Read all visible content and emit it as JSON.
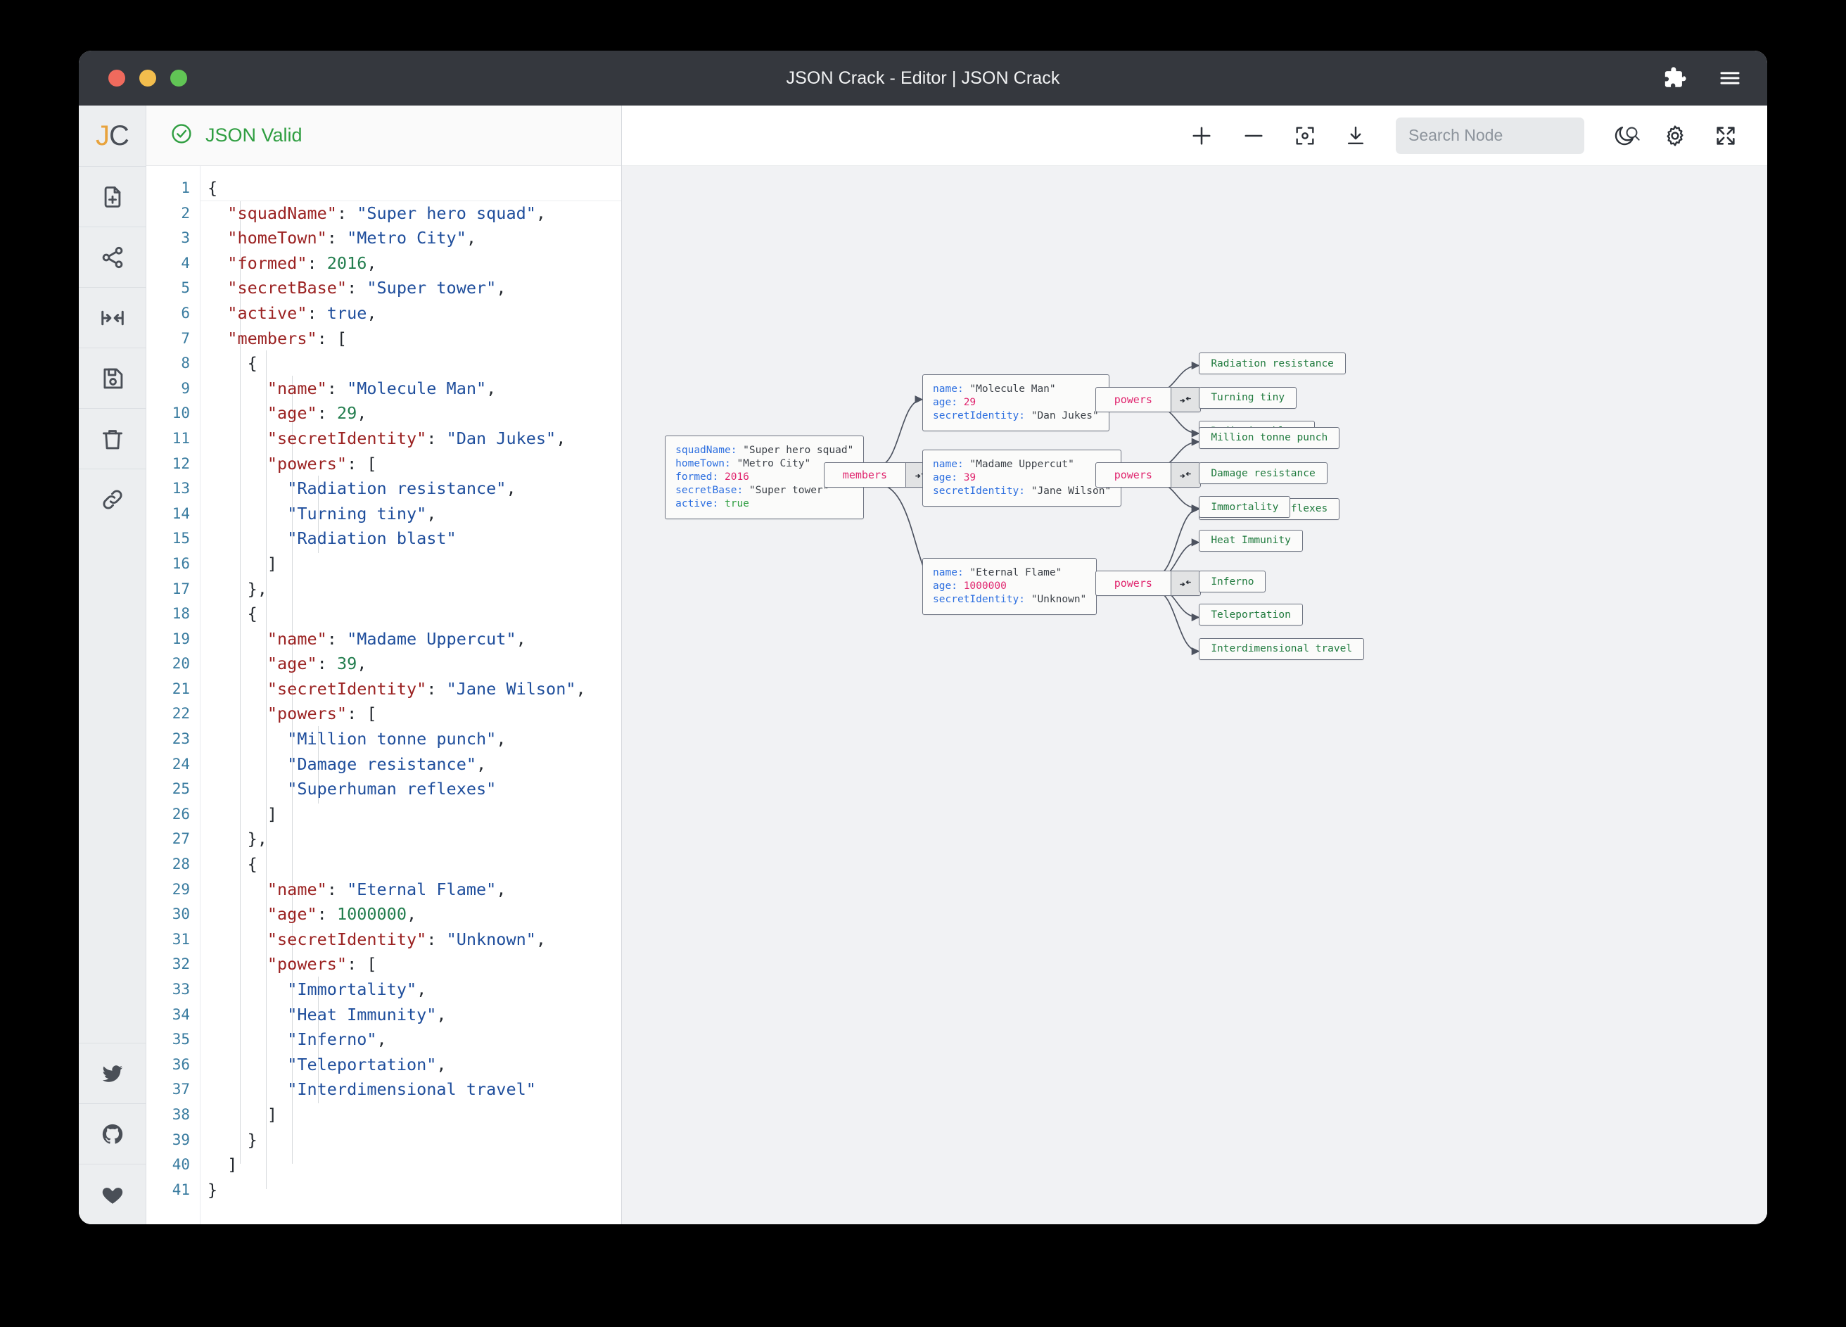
{
  "window": {
    "title": "JSON Crack - Editor | JSON Crack",
    "traffic_lights": [
      "close-red",
      "minimize-yellow",
      "maximize-green"
    ],
    "title_actions": [
      "puzzle-piece-icon",
      "hamburger-menu-icon"
    ]
  },
  "rail": {
    "logo": {
      "j": "J",
      "c": "C"
    },
    "items": [
      {
        "name": "new-document",
        "icon": "file-plus-icon"
      },
      {
        "name": "share-graph",
        "icon": "share-nodes-icon"
      },
      {
        "name": "collapse-expand",
        "icon": "collapse-horizontal-icon"
      },
      {
        "name": "save",
        "icon": "floppy-disk-icon"
      },
      {
        "name": "delete",
        "icon": "trash-icon"
      },
      {
        "name": "copy-link",
        "icon": "link-icon"
      }
    ],
    "social": [
      {
        "name": "twitter",
        "icon": "twitter-bird-icon"
      },
      {
        "name": "github",
        "icon": "github-icon"
      },
      {
        "name": "sponsor",
        "icon": "heart-icon"
      }
    ]
  },
  "editor": {
    "status_label": "JSON Valid",
    "status_icon": "check-circle-icon",
    "status_color": "#2f9e41",
    "total_lines": 41,
    "lines": [
      {
        "n": 1,
        "tokens": [
          [
            "punct",
            "{"
          ]
        ]
      },
      {
        "n": 2,
        "tokens": [
          [
            "punct",
            "  "
          ],
          [
            "key",
            "\"squadName\""
          ],
          [
            "punct",
            ": "
          ],
          [
            "str",
            "\"Super hero squad\""
          ],
          [
            "punct",
            ","
          ]
        ]
      },
      {
        "n": 3,
        "tokens": [
          [
            "punct",
            "  "
          ],
          [
            "key",
            "\"homeTown\""
          ],
          [
            "punct",
            ": "
          ],
          [
            "str",
            "\"Metro City\""
          ],
          [
            "punct",
            ","
          ]
        ]
      },
      {
        "n": 4,
        "tokens": [
          [
            "punct",
            "  "
          ],
          [
            "key",
            "\"formed\""
          ],
          [
            "punct",
            ": "
          ],
          [
            "num",
            "2016"
          ],
          [
            "punct",
            ","
          ]
        ]
      },
      {
        "n": 5,
        "tokens": [
          [
            "punct",
            "  "
          ],
          [
            "key",
            "\"secretBase\""
          ],
          [
            "punct",
            ": "
          ],
          [
            "str",
            "\"Super tower\""
          ],
          [
            "punct",
            ","
          ]
        ]
      },
      {
        "n": 6,
        "tokens": [
          [
            "punct",
            "  "
          ],
          [
            "key",
            "\"active\""
          ],
          [
            "punct",
            ": "
          ],
          [
            "bool",
            "true"
          ],
          [
            "punct",
            ","
          ]
        ]
      },
      {
        "n": 7,
        "tokens": [
          [
            "punct",
            "  "
          ],
          [
            "key",
            "\"members\""
          ],
          [
            "punct",
            ": ["
          ]
        ]
      },
      {
        "n": 8,
        "tokens": [
          [
            "punct",
            "    {"
          ]
        ]
      },
      {
        "n": 9,
        "tokens": [
          [
            "punct",
            "      "
          ],
          [
            "key",
            "\"name\""
          ],
          [
            "punct",
            ": "
          ],
          [
            "str",
            "\"Molecule Man\""
          ],
          [
            "punct",
            ","
          ]
        ]
      },
      {
        "n": 10,
        "tokens": [
          [
            "punct",
            "      "
          ],
          [
            "key",
            "\"age\""
          ],
          [
            "punct",
            ": "
          ],
          [
            "num",
            "29"
          ],
          [
            "punct",
            ","
          ]
        ]
      },
      {
        "n": 11,
        "tokens": [
          [
            "punct",
            "      "
          ],
          [
            "key",
            "\"secretIdentity\""
          ],
          [
            "punct",
            ": "
          ],
          [
            "str",
            "\"Dan Jukes\""
          ],
          [
            "punct",
            ","
          ]
        ]
      },
      {
        "n": 12,
        "tokens": [
          [
            "punct",
            "      "
          ],
          [
            "key",
            "\"powers\""
          ],
          [
            "punct",
            ": ["
          ]
        ]
      },
      {
        "n": 13,
        "tokens": [
          [
            "punct",
            "        "
          ],
          [
            "str",
            "\"Radiation resistance\""
          ],
          [
            "punct",
            ","
          ]
        ]
      },
      {
        "n": 14,
        "tokens": [
          [
            "punct",
            "        "
          ],
          [
            "str",
            "\"Turning tiny\""
          ],
          [
            "punct",
            ","
          ]
        ]
      },
      {
        "n": 15,
        "tokens": [
          [
            "punct",
            "        "
          ],
          [
            "str",
            "\"Radiation blast\""
          ]
        ]
      },
      {
        "n": 16,
        "tokens": [
          [
            "punct",
            "      ]"
          ]
        ]
      },
      {
        "n": 17,
        "tokens": [
          [
            "punct",
            "    },"
          ]
        ]
      },
      {
        "n": 18,
        "tokens": [
          [
            "punct",
            "    {"
          ]
        ]
      },
      {
        "n": 19,
        "tokens": [
          [
            "punct",
            "      "
          ],
          [
            "key",
            "\"name\""
          ],
          [
            "punct",
            ": "
          ],
          [
            "str",
            "\"Madame Uppercut\""
          ],
          [
            "punct",
            ","
          ]
        ]
      },
      {
        "n": 20,
        "tokens": [
          [
            "punct",
            "      "
          ],
          [
            "key",
            "\"age\""
          ],
          [
            "punct",
            ": "
          ],
          [
            "num",
            "39"
          ],
          [
            "punct",
            ","
          ]
        ]
      },
      {
        "n": 21,
        "tokens": [
          [
            "punct",
            "      "
          ],
          [
            "key",
            "\"secretIdentity\""
          ],
          [
            "punct",
            ": "
          ],
          [
            "str",
            "\"Jane Wilson\""
          ],
          [
            "punct",
            ","
          ]
        ]
      },
      {
        "n": 22,
        "tokens": [
          [
            "punct",
            "      "
          ],
          [
            "key",
            "\"powers\""
          ],
          [
            "punct",
            ": ["
          ]
        ]
      },
      {
        "n": 23,
        "tokens": [
          [
            "punct",
            "        "
          ],
          [
            "str",
            "\"Million tonne punch\""
          ],
          [
            "punct",
            ","
          ]
        ]
      },
      {
        "n": 24,
        "tokens": [
          [
            "punct",
            "        "
          ],
          [
            "str",
            "\"Damage resistance\""
          ],
          [
            "punct",
            ","
          ]
        ]
      },
      {
        "n": 25,
        "tokens": [
          [
            "punct",
            "        "
          ],
          [
            "str",
            "\"Superhuman reflexes\""
          ]
        ]
      },
      {
        "n": 26,
        "tokens": [
          [
            "punct",
            "      ]"
          ]
        ]
      },
      {
        "n": 27,
        "tokens": [
          [
            "punct",
            "    },"
          ]
        ]
      },
      {
        "n": 28,
        "tokens": [
          [
            "punct",
            "    {"
          ]
        ]
      },
      {
        "n": 29,
        "tokens": [
          [
            "punct",
            "      "
          ],
          [
            "key",
            "\"name\""
          ],
          [
            "punct",
            ": "
          ],
          [
            "str",
            "\"Eternal Flame\""
          ],
          [
            "punct",
            ","
          ]
        ]
      },
      {
        "n": 30,
        "tokens": [
          [
            "punct",
            "      "
          ],
          [
            "key",
            "\"age\""
          ],
          [
            "punct",
            ": "
          ],
          [
            "num",
            "1000000"
          ],
          [
            "punct",
            ","
          ]
        ]
      },
      {
        "n": 31,
        "tokens": [
          [
            "punct",
            "      "
          ],
          [
            "key",
            "\"secretIdentity\""
          ],
          [
            "punct",
            ": "
          ],
          [
            "str",
            "\"Unknown\""
          ],
          [
            "punct",
            ","
          ]
        ]
      },
      {
        "n": 32,
        "tokens": [
          [
            "punct",
            "      "
          ],
          [
            "key",
            "\"powers\""
          ],
          [
            "punct",
            ": ["
          ]
        ]
      },
      {
        "n": 33,
        "tokens": [
          [
            "punct",
            "        "
          ],
          [
            "str",
            "\"Immortality\""
          ],
          [
            "punct",
            ","
          ]
        ]
      },
      {
        "n": 34,
        "tokens": [
          [
            "punct",
            "        "
          ],
          [
            "str",
            "\"Heat Immunity\""
          ],
          [
            "punct",
            ","
          ]
        ]
      },
      {
        "n": 35,
        "tokens": [
          [
            "punct",
            "        "
          ],
          [
            "str",
            "\"Inferno\""
          ],
          [
            "punct",
            ","
          ]
        ]
      },
      {
        "n": 36,
        "tokens": [
          [
            "punct",
            "        "
          ],
          [
            "str",
            "\"Teleportation\""
          ],
          [
            "punct",
            ","
          ]
        ]
      },
      {
        "n": 37,
        "tokens": [
          [
            "punct",
            "        "
          ],
          [
            "str",
            "\"Interdimensional travel\""
          ]
        ]
      },
      {
        "n": 38,
        "tokens": [
          [
            "punct",
            "      ]"
          ]
        ]
      },
      {
        "n": 39,
        "tokens": [
          [
            "punct",
            "    }"
          ]
        ]
      },
      {
        "n": 40,
        "tokens": [
          [
            "punct",
            "  ]"
          ]
        ]
      },
      {
        "n": 41,
        "tokens": [
          [
            "punct",
            "}"
          ]
        ]
      }
    ]
  },
  "toolbar": {
    "zoom_in": "zoom-in-icon",
    "zoom_out": "zoom-out-icon",
    "center": "center-view-icon",
    "download": "download-icon",
    "search_placeholder": "Search Node",
    "search_value": "",
    "search_icon": "magnifier-icon",
    "dark_mode": "moon-icon",
    "settings": "gear-icon",
    "fullscreen": "fullscreen-icon"
  },
  "graph": {
    "root": {
      "rows": [
        {
          "key": "squadName",
          "value": "\"Super hero squad\"",
          "type": "str"
        },
        {
          "key": "homeTown",
          "value": "\"Metro City\"",
          "type": "str"
        },
        {
          "key": "formed",
          "value": "2016",
          "type": "num"
        },
        {
          "key": "secretBase",
          "value": "\"Super tower\"",
          "type": "str"
        },
        {
          "key": "active",
          "value": "true",
          "type": "bool"
        }
      ]
    },
    "members_node": {
      "label": "members",
      "collapse_icon": "collapse-arrows-icon"
    },
    "members": [
      {
        "rows": [
          {
            "key": "name",
            "value": "\"Molecule Man\"",
            "type": "str"
          },
          {
            "key": "age",
            "value": "29",
            "type": "num"
          },
          {
            "key": "secretIdentity",
            "value": "\"Dan Jukes\"",
            "type": "str"
          }
        ],
        "powers_label": "powers",
        "powers": [
          "Radiation resistance",
          "Turning tiny",
          "Radiation blast"
        ]
      },
      {
        "rows": [
          {
            "key": "name",
            "value": "\"Madame Uppercut\"",
            "type": "str"
          },
          {
            "key": "age",
            "value": "39",
            "type": "num"
          },
          {
            "key": "secretIdentity",
            "value": "\"Jane Wilson\"",
            "type": "str"
          }
        ],
        "powers_label": "powers",
        "powers": [
          "Million tonne punch",
          "Damage resistance",
          "Superhuman reflexes"
        ]
      },
      {
        "rows": [
          {
            "key": "name",
            "value": "\"Eternal Flame\"",
            "type": "str"
          },
          {
            "key": "age",
            "value": "1000000",
            "type": "num"
          },
          {
            "key": "secretIdentity",
            "value": "\"Unknown\"",
            "type": "str"
          }
        ],
        "powers_label": "powers",
        "powers": [
          "Immortality",
          "Heat Immunity",
          "Inferno",
          "Teleportation",
          "Interdimensional travel"
        ]
      }
    ]
  },
  "colors": {
    "valid_green": "#2f9e41",
    "node_key_blue": "#2d6fe0",
    "node_num_pink": "#e0256e",
    "node_leaf_green": "#1f7a3d",
    "editor_key_red": "#9b2222",
    "editor_str_blue": "#1f4e9c",
    "editor_num_green": "#227d4e"
  }
}
